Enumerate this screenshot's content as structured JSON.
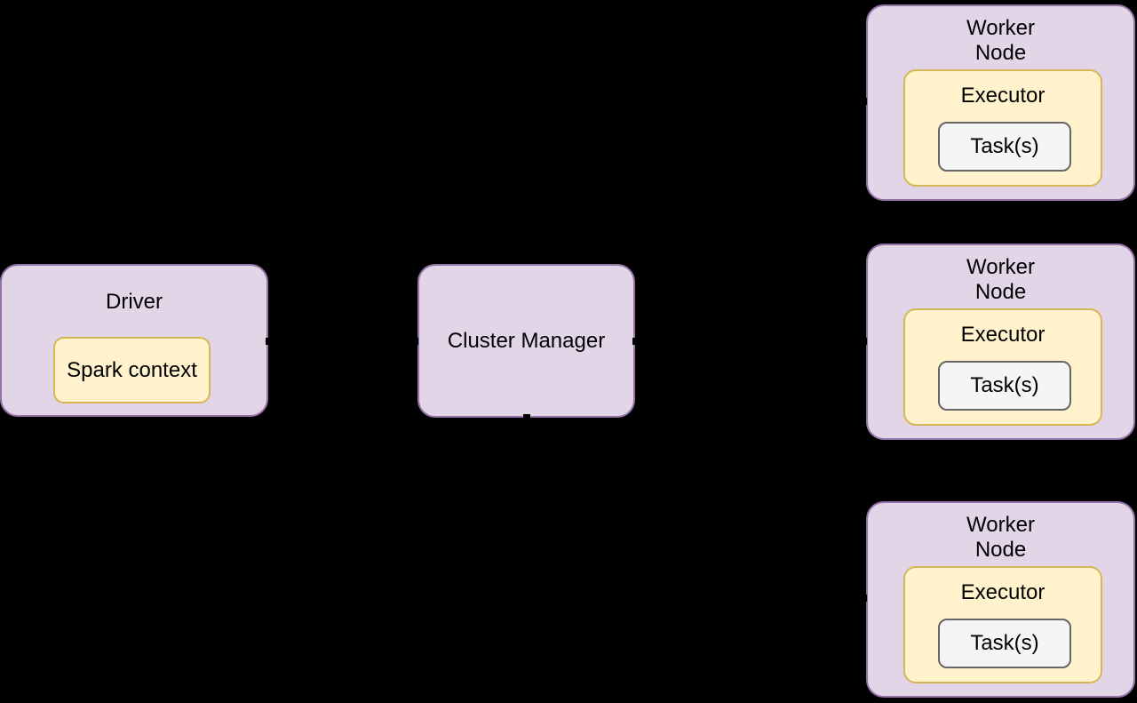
{
  "diagram": {
    "type": "cluster-architecture-diagram",
    "colors": {
      "background": "#000000",
      "node_fill": "#E1D5E7",
      "node_stroke": "#9673A6",
      "executor_fill": "#FFF2CC",
      "executor_stroke": "#D6B656",
      "task_fill": "#F5F5F5",
      "task_stroke": "#666666",
      "text": "#000000",
      "connector_stub": "#000000"
    },
    "driver": {
      "label": "Driver",
      "spark_context": {
        "label": "Spark context"
      }
    },
    "cluster_manager": {
      "label": "Cluster Manager"
    },
    "workers": [
      {
        "label_lines": [
          "Worker",
          "Node"
        ],
        "executor": {
          "label": "Executor",
          "task": {
            "label": "Task(s)"
          }
        }
      },
      {
        "label_lines": [
          "Worker",
          "Node"
        ],
        "executor": {
          "label": "Executor",
          "task": {
            "label": "Task(s)"
          }
        }
      },
      {
        "label_lines": [
          "Worker",
          "Node"
        ],
        "executor": {
          "label": "Executor",
          "task": {
            "label": "Task(s)"
          }
        }
      }
    ]
  }
}
